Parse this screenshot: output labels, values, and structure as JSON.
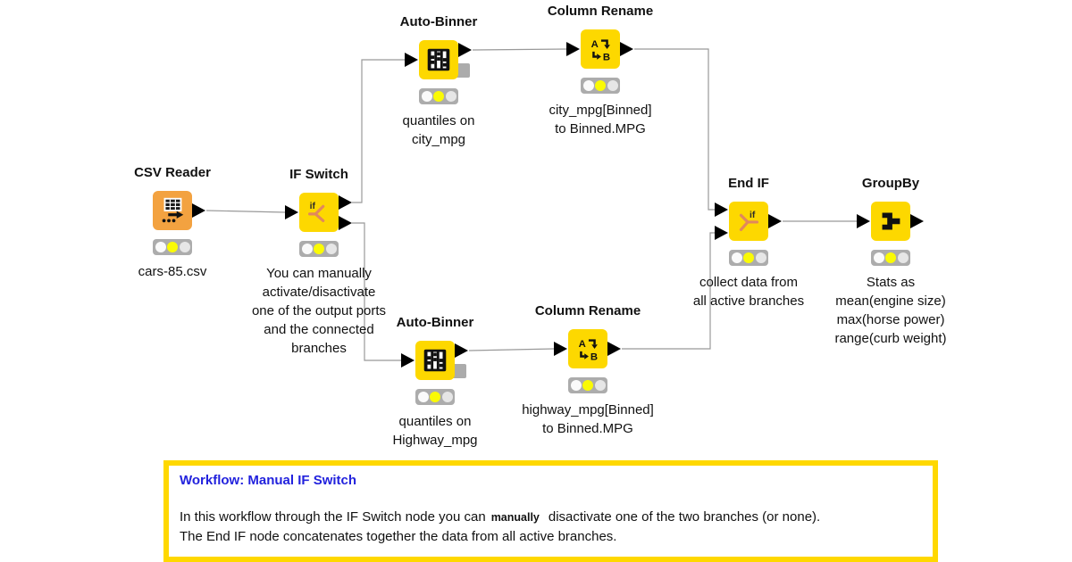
{
  "workflow": {
    "colors": {
      "node_yellow": "#FDD800",
      "reader_orange": "#F3A240",
      "fork_orange": "#E1885C",
      "wire_gray": "#999999",
      "traffic_light_bg": "#ACACAC",
      "light_on_yellow": "#FAFA05",
      "annotation_border_yellow": "#FFD800",
      "annotation_title_blue": "#2222DD"
    },
    "nodes": [
      {
        "id": "csv-reader",
        "title": "CSV Reader",
        "comment": "cars-85.csv",
        "icon": "table-reader-icon",
        "status": "configured"
      },
      {
        "id": "if-switch",
        "title": "IF Switch",
        "comment": "You can manually\nactivate/disactivate\none of the output ports\nand the connected\nbranches",
        "icon": "if-fork-icon",
        "icon_label": "if",
        "status": "configured"
      },
      {
        "id": "auto-binner-top",
        "title": "Auto-Binner",
        "comment": "quantiles on\ncity_mpg",
        "icon": "binner-icon",
        "status": "configured"
      },
      {
        "id": "column-rename-top",
        "title": "Column Rename",
        "comment": "city_mpg[Binned]\nto Binned.MPG",
        "icon": "rename-ab-icon",
        "icon_a": "A",
        "icon_b": "B",
        "status": "configured"
      },
      {
        "id": "auto-binner-bottom",
        "title": "Auto-Binner",
        "comment": "quantiles on\nHighway_mpg",
        "icon": "binner-icon",
        "status": "configured"
      },
      {
        "id": "column-rename-bottom",
        "title": "Column Rename",
        "comment": "highway_mpg[Binned]\nto Binned.MPG",
        "icon": "rename-ab-icon",
        "icon_a": "A",
        "icon_b": "B",
        "status": "configured"
      },
      {
        "id": "end-if",
        "title": "End IF",
        "comment": "collect data from\nall active branches",
        "icon": "if-merge-icon",
        "icon_label": "if",
        "status": "configured"
      },
      {
        "id": "groupby",
        "title": "GroupBy",
        "comment": "Stats as\nmean(engine size)\nmax(horse power)\nrange(curb weight)",
        "icon": "groupby-icon",
        "status": "configured"
      }
    ],
    "annotation": {
      "title": "Workflow: Manual IF Switch",
      "line1_prefix": "In this workflow through the IF Switch node you can",
      "line1_bold": "manually",
      "line1_suffix": "disactivate one of the two branches (or none).",
      "line2": "The End IF node concatenates together the data from all active branches."
    }
  }
}
